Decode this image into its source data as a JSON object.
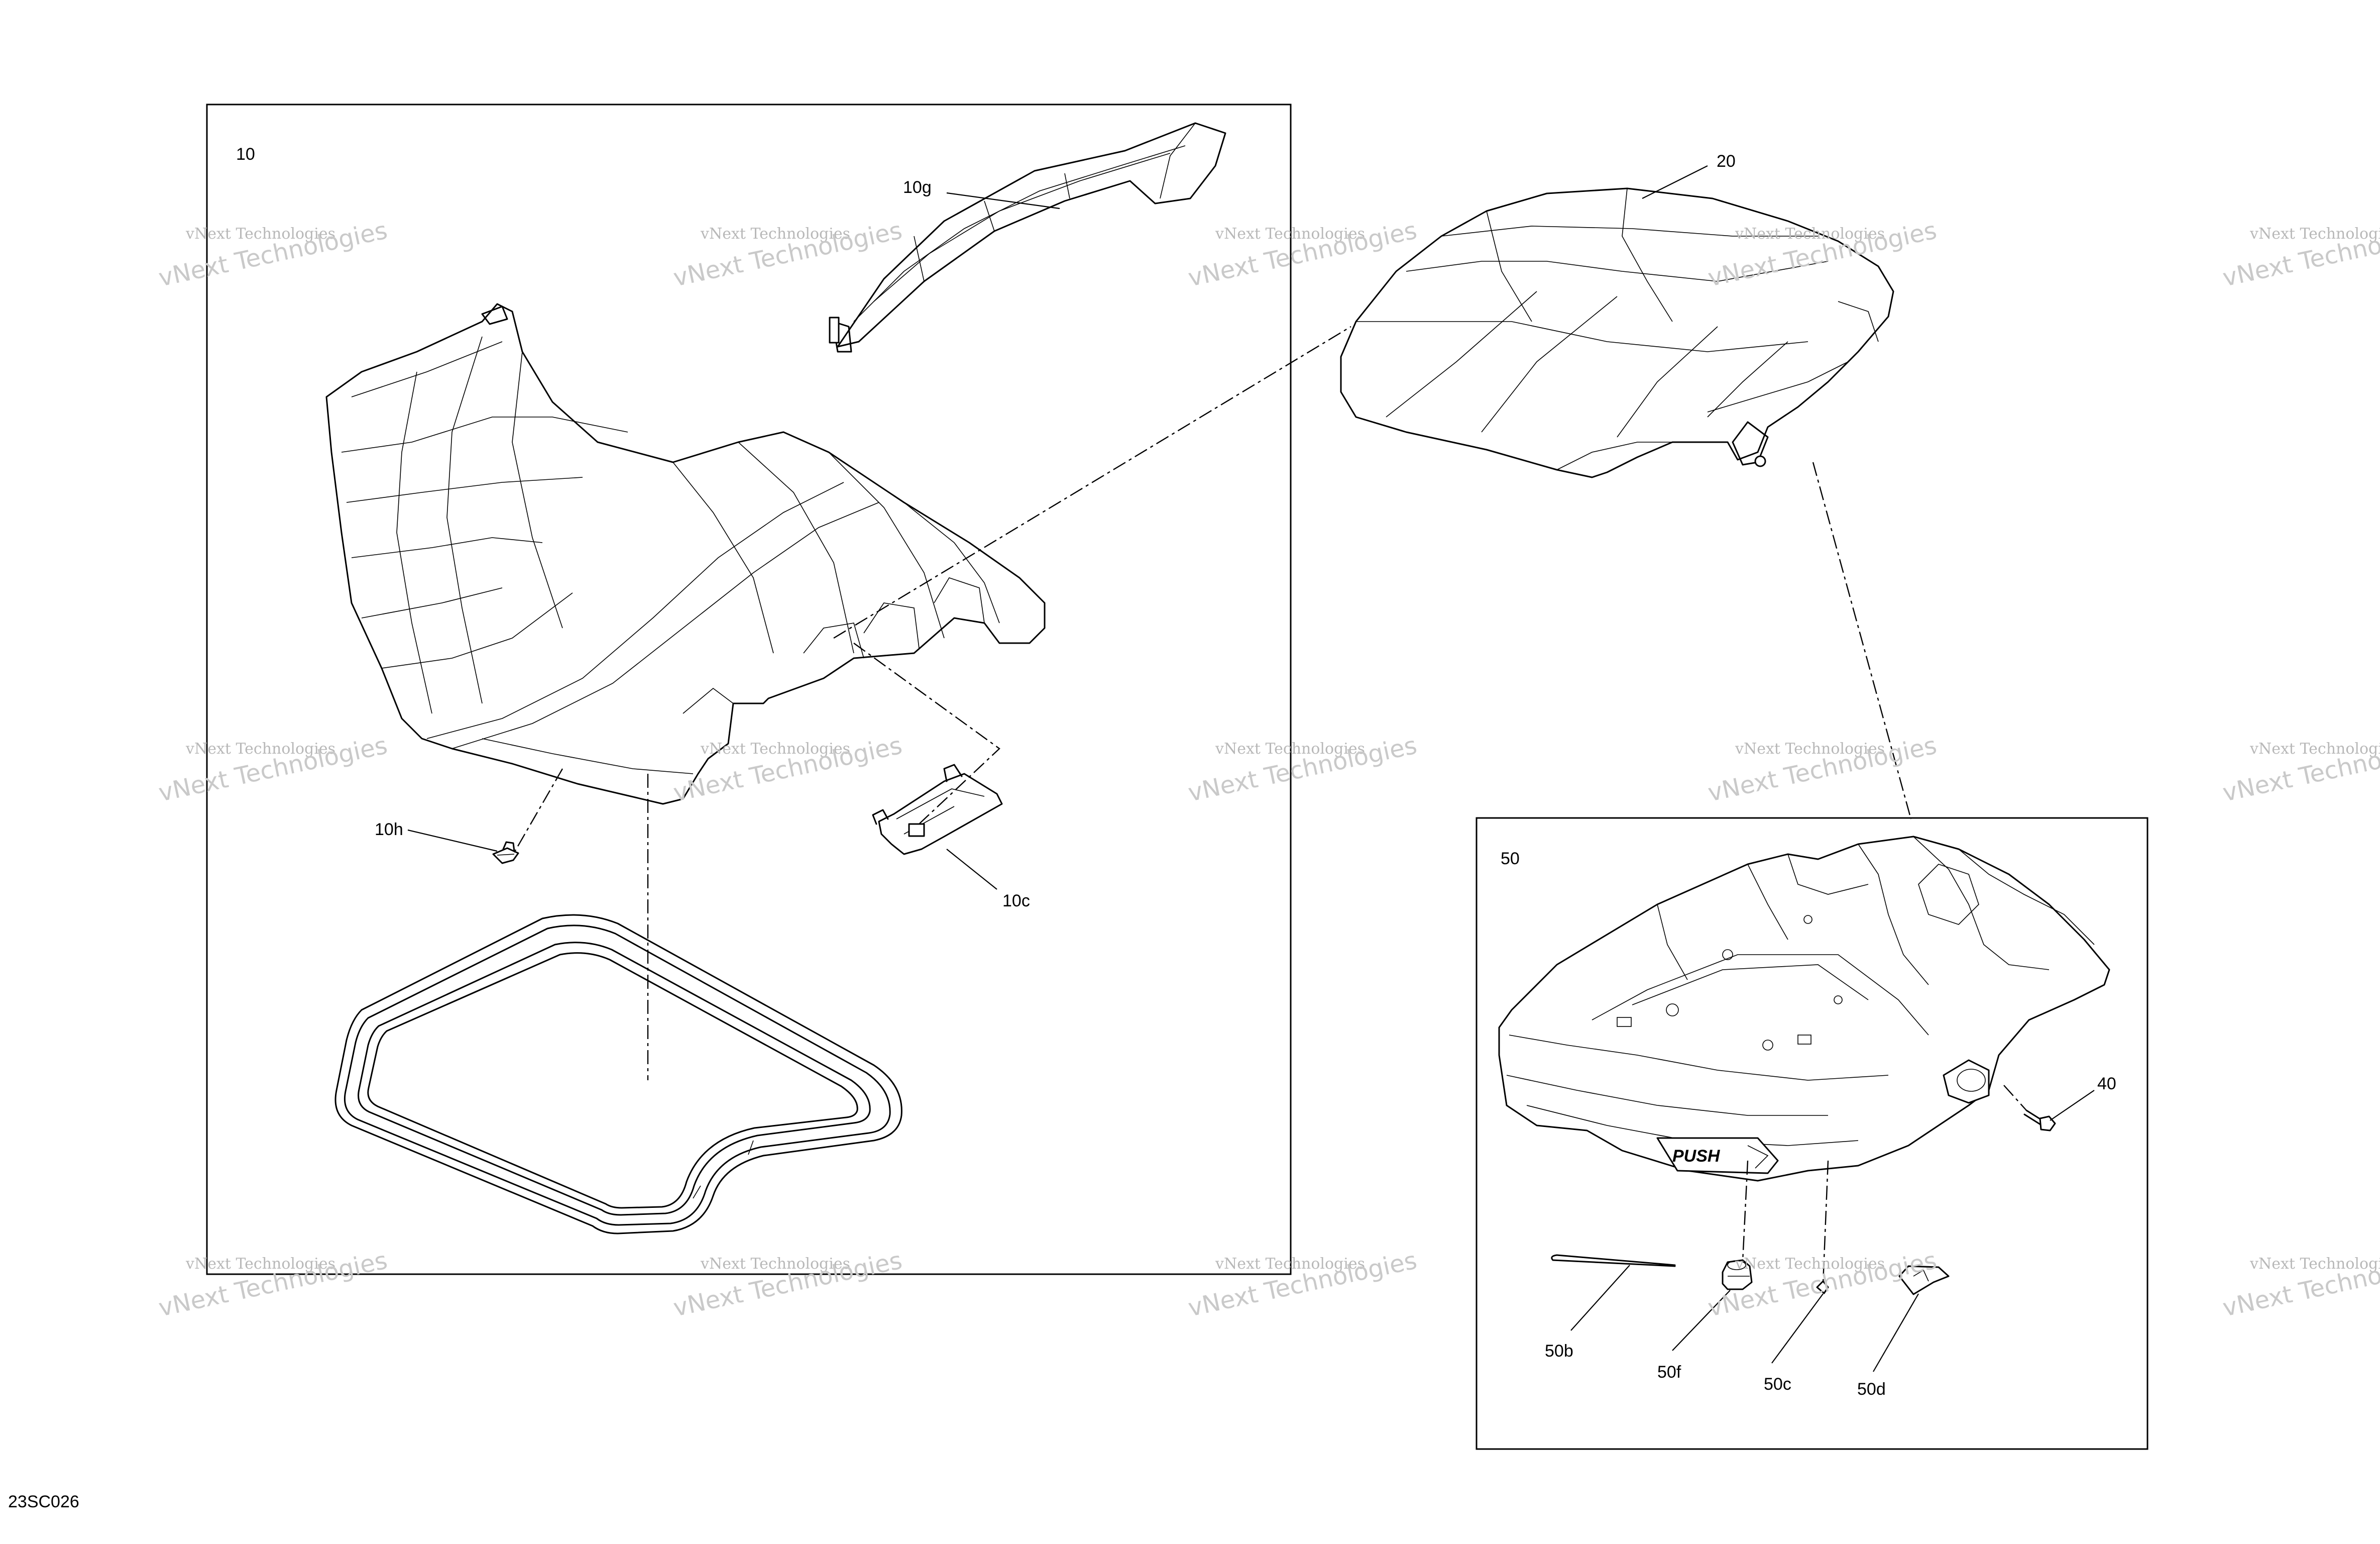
{
  "diagram_code": "23SC026",
  "callouts": {
    "c10": "10",
    "c10g": "10g",
    "c10h": "10h",
    "c10c": "10c",
    "c20": "20",
    "c40": "40",
    "c50": "50",
    "c50b": "50b",
    "c50f": "50f",
    "c50c": "50c",
    "c50d": "50d"
  },
  "watermark": {
    "line1": "vNext Technologies",
    "line2": "vNext Technologies"
  },
  "decal_text": "PUSH"
}
